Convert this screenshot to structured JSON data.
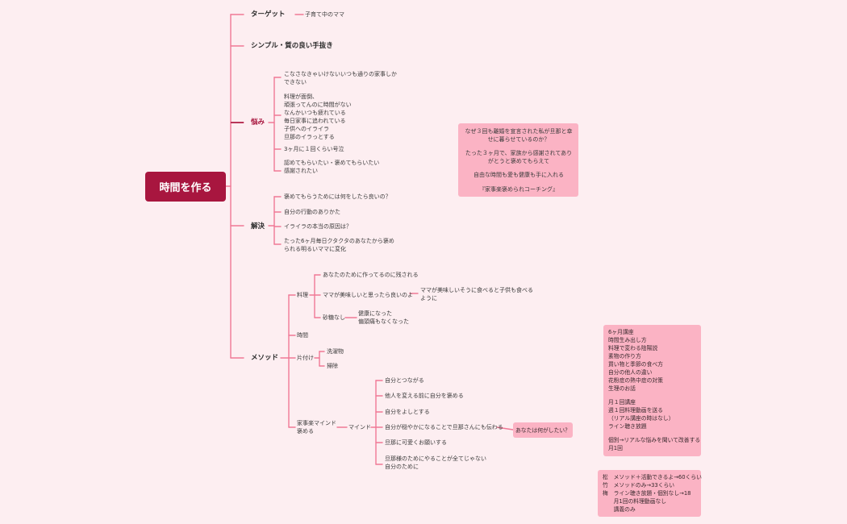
{
  "root": "時間を作る",
  "branches": {
    "target": "ターゲット",
    "target_child": "子育て中のママ",
    "simple": "シンプル・質の良い手抜き",
    "nayami": "悩み",
    "kaiketsu": "解決",
    "method": "メソッド"
  },
  "nayami_items": {
    "a": "こなさなきゃいけないいつも通りの家事しかできない",
    "b": [
      "料理が面倒、",
      "頑張ってんのに時間がない",
      "なんかいつも疲れている",
      "毎日家事に追われている",
      "子供へのイライラ",
      "旦那のイラっとする"
    ],
    "c": "3ヶ月に１回くらい号泣",
    "d": [
      "認めてもらいたい・褒めてもらいたい",
      "感謝されたい"
    ]
  },
  "pink_box1": [
    "なぜ３回も離婚を宣言された私が旦那と幸せに暮らせているのか？",
    "たった３ヶ月で、家族から感謝されてありがとうと褒めてもらえて",
    "自由な時間も愛も健康も手に入れる",
    "『家事楽褒められコーチング』"
  ],
  "kaiketsu_items": [
    "褒めてもらうためには何をしたら良いの？",
    "自分の行動のありかた",
    "イライラの本当の原因は？",
    "たった6ヶ月毎日クタクタのあなたから褒められる明るいママに変化"
  ],
  "method": {
    "ryouri": "料理",
    "ryouri_items": [
      "あなたのために作ってるのに残される",
      "ママが美味しいと思ったら良いのよ",
      "砂糖なし"
    ],
    "mama_child": "ママが美味しいそうに食べると子供も食べるように",
    "satou_child": [
      "健康になった",
      "偏頭痛もなくなった"
    ],
    "jikan": "時間",
    "katazuke": "片付け",
    "katazuke_items": [
      "洗濯物",
      "掃除"
    ],
    "kajiraku": [
      "家事楽マインド",
      "褒める"
    ],
    "mind": "マインド",
    "mind_items": [
      "自分とつながる",
      "他人を変える前に自分を褒める",
      "自分をよしとする",
      "自分が穏やかになることで旦那さんにも伝わる",
      "旦那に可愛くお願いする",
      "旦那様のためにやることが全てじゃない",
      "自分のために"
    ],
    "question": "あなたは何がしたい？"
  },
  "course_box": [
    "6ヶ月講座",
    "時間生み出し方",
    "料理で変わる陰陽説",
    "素物の作り方",
    "買い物と季節の食べ方",
    "自分の他人の違い",
    "花粉症の熱中症の対策",
    "生理のお話",
    "",
    "月１回講座",
    "週１回料理動画を送る",
    "（リアル講座の時はなし）",
    "ライン聴き放題",
    "",
    "個別→リアルな悩みを聞いて改善する",
    "月1回"
  ],
  "price_box": [
    "松　メソッド＋活動できるよ→60くらい",
    "竹　メソッドのみ→33くらい",
    "梅　ライン聴き放題・個別なし→18",
    "　　月1回の料理動画なし",
    "　　講義のみ"
  ],
  "colors": {
    "background": "#fdeef1",
    "root": "#a8163f",
    "line": "#f07896",
    "box": "#fbb3c4"
  }
}
